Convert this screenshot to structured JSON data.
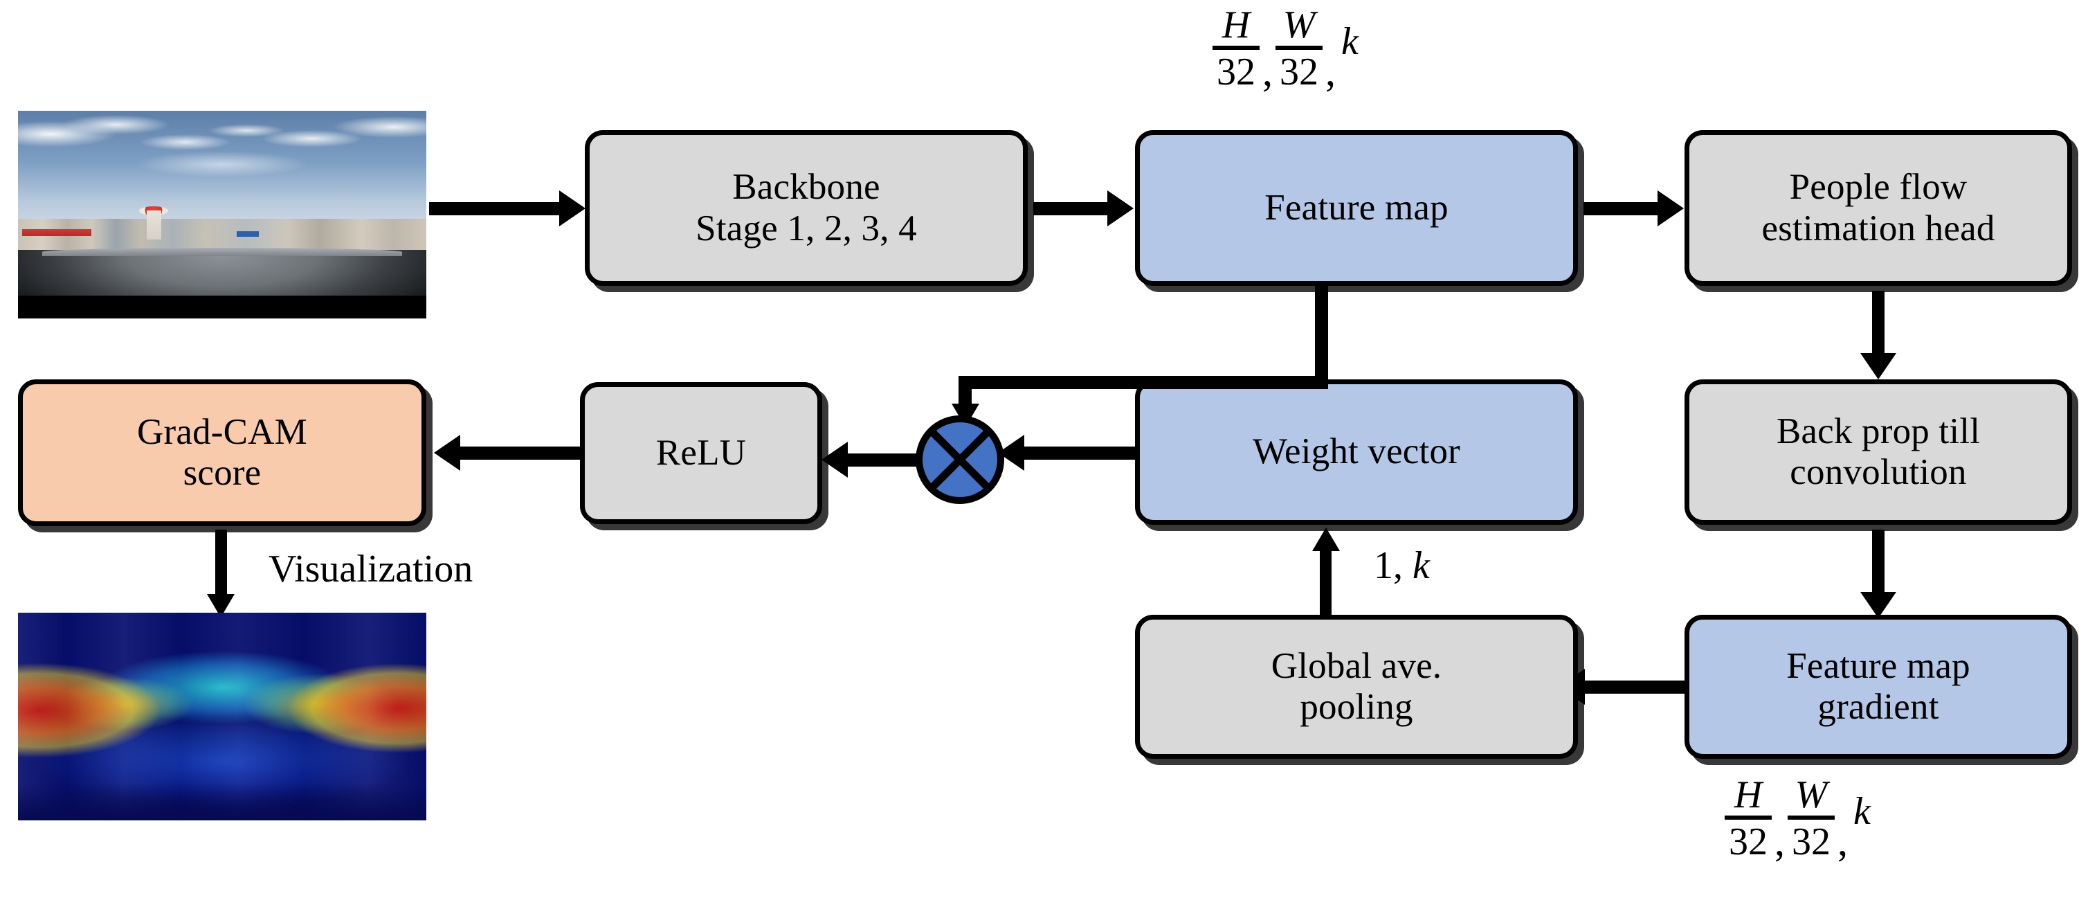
{
  "diagram": {
    "title": "Grad-CAM pipeline for people flow estimation",
    "colors": {
      "grey_node": "#d9d9d9",
      "blue_node": "#b4c7e7",
      "peach_node": "#f8cbad",
      "multiply_node": "#4472c4",
      "stroke": "#000000",
      "background": "#ffffff"
    },
    "nodes": {
      "input_image": {
        "name": "input panoramic image",
        "type": "image"
      },
      "backbone": {
        "line1": "Backbone",
        "line2": "Stage 1, 2, 3, 4",
        "fill": "grey"
      },
      "feature_map": {
        "line1": "Feature map",
        "fill": "blue"
      },
      "people_flow_head": {
        "line1": "People flow",
        "line2": "estimation head",
        "fill": "grey"
      },
      "back_prop": {
        "line1": "Back prop till",
        "line2": "convolution",
        "fill": "grey"
      },
      "feature_map_gradient": {
        "line1": "Feature map",
        "line2": "gradient",
        "fill": "blue"
      },
      "global_ave_pooling": {
        "line1": "Global ave.",
        "line2": "pooling",
        "fill": "grey"
      },
      "weight_vector": {
        "line1": "Weight vector",
        "fill": "blue"
      },
      "multiply": {
        "symbol": "⊗",
        "fill": "#4472c4"
      },
      "relu": {
        "line1": "ReLU",
        "fill": "grey"
      },
      "grad_cam_score": {
        "line1": "Grad-CAM",
        "line2": "score",
        "fill": "peach"
      },
      "output_heatmap": {
        "name": "grad-cam heatmap visualization",
        "type": "image"
      }
    },
    "edge_labels": {
      "feature_map_shape": {
        "num1": "H",
        "den1": "32",
        "num2": "W",
        "den2": "32",
        "channels": "k",
        "comma": ","
      },
      "gradient_shape": {
        "num1": "H",
        "den1": "32",
        "num2": "W",
        "den2": "32",
        "channels": "k",
        "comma": ","
      },
      "pooled_shape": {
        "text": "1, ",
        "italic": "k"
      },
      "visualization": {
        "text": "Visualization"
      }
    }
  }
}
